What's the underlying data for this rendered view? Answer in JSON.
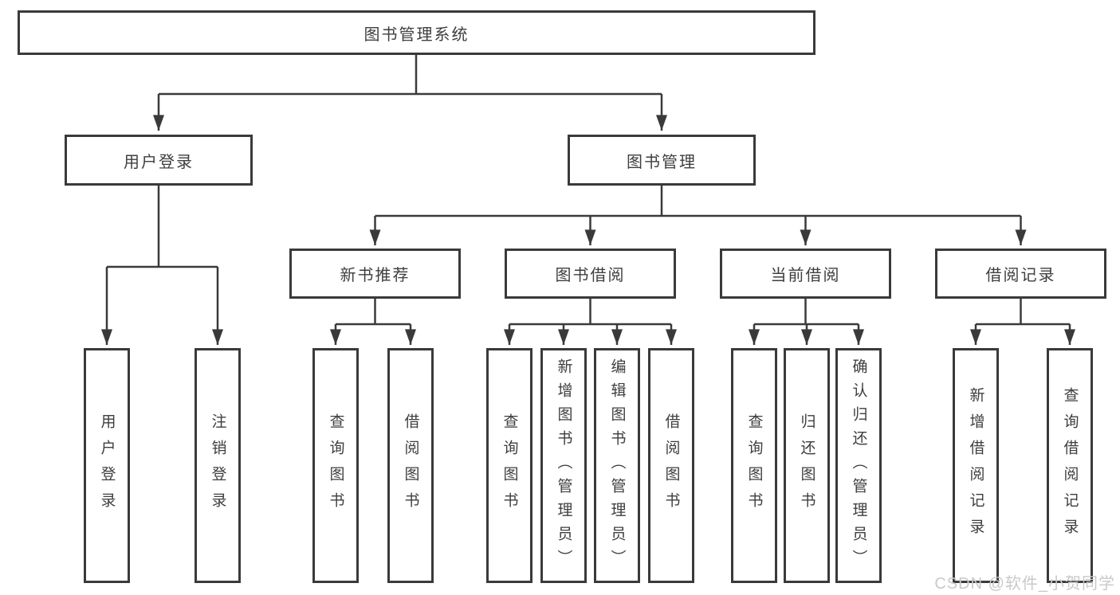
{
  "diagram": {
    "root": {
      "label": "图书管理系统"
    },
    "level2": [
      {
        "id": "user-login",
        "label": "用户登录"
      },
      {
        "id": "book-management",
        "label": "图书管理"
      }
    ],
    "level3": [
      {
        "id": "new-book-recommend",
        "parent": "图书管理",
        "label": "新书推荐"
      },
      {
        "id": "book-borrowing",
        "parent": "图书管理",
        "label": "图书借阅"
      },
      {
        "id": "current-borrowing",
        "parent": "图书管理",
        "label": "当前借阅"
      },
      {
        "id": "borrowing-records",
        "parent": "图书管理",
        "label": "借阅记录"
      }
    ],
    "leaves": [
      {
        "parent": "用户登录",
        "label": "用户登录"
      },
      {
        "parent": "用户登录",
        "label": "注销登录"
      },
      {
        "parent": "新书推荐",
        "label": "查询图书"
      },
      {
        "parent": "新书推荐",
        "label": "借阅图书"
      },
      {
        "parent": "图书借阅",
        "label": "查询图书"
      },
      {
        "parent": "图书借阅",
        "label": "新增图书（管理员）"
      },
      {
        "parent": "图书借阅",
        "label": "编辑图书（管理员）"
      },
      {
        "parent": "图书借阅",
        "label": "借阅图书"
      },
      {
        "parent": "当前借阅",
        "label": "查询图书"
      },
      {
        "parent": "当前借阅",
        "label": "归还图书"
      },
      {
        "parent": "当前借阅",
        "label": "确认归还（管理员）"
      },
      {
        "parent": "借阅记录",
        "label": "新增借阅记录"
      },
      {
        "parent": "借阅记录",
        "label": "查询借阅记录"
      }
    ],
    "watermark": "CSDN @软件_小贺同学",
    "colors": {
      "line": "#3a3a3a",
      "box_border": "#3a3a3a",
      "text": "#3e3e3e",
      "watermark": "#c9c9c9",
      "background": "#ffffff"
    }
  }
}
